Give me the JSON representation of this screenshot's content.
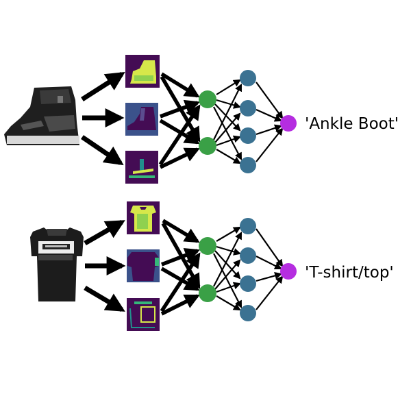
{
  "diagram": {
    "examples": [
      {
        "name": "ankle-boot",
        "input_icon": "ankle-boot-icon",
        "feature_map_icons": [
          "boot-feature-map-1-icon",
          "boot-feature-map-2-icon",
          "boot-feature-map-3-icon"
        ],
        "output_label": "'Ankle Boot'"
      },
      {
        "name": "t-shirt",
        "input_icon": "t-shirt-icon",
        "feature_map_icons": [
          "shirt-feature-map-1-icon",
          "shirt-feature-map-2-icon",
          "shirt-feature-map-3-icon"
        ],
        "output_label": "'T-shirt/top'"
      }
    ],
    "colors": {
      "arrow": "#000000",
      "hidden_layer_1": "#3aa046",
      "hidden_layer_2": "#3b7292",
      "output_node": "#b52de0",
      "feature_map_bg": "#440c54",
      "feature_map_mid": "#3b528b",
      "feature_map_hi": "#d6e84a"
    }
  }
}
